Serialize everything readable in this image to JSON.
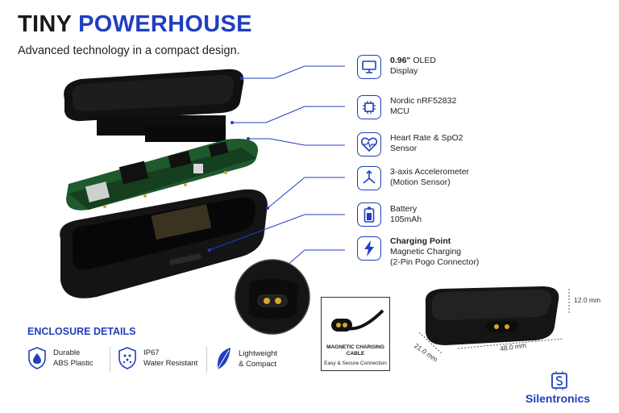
{
  "header": {
    "title_main": "TINY",
    "title_accent": "POWERHOUSE",
    "subtitle": "Advanced technology in a compact design."
  },
  "features": [
    {
      "bold": "0.96\"",
      "text": " OLED",
      "line2": "Display",
      "icon": "monitor-icon"
    },
    {
      "bold": "",
      "text": "Nordic nRF52832",
      "line2": "MCU",
      "icon": "chip-icon"
    },
    {
      "bold": "",
      "text": "Heart Rate & SpO2",
      "line2": "Sensor",
      "icon": "heart-pulse-icon"
    },
    {
      "bold": "",
      "text": "3-axis Accelerometer",
      "line2": "(Motion Sensor)",
      "icon": "axes-icon"
    },
    {
      "bold": "",
      "text": "Battery",
      "line2": "105mAh",
      "icon": "battery-icon"
    },
    {
      "bold": "Charging Point",
      "text": "",
      "line2": "Magnetic Charging",
      "line3": "(2-Pin Pogo Connector)",
      "icon": "lightning-icon"
    }
  ],
  "enclosure": {
    "title": "ENCLOSURE DETAILS",
    "items": [
      {
        "line1": "Durable",
        "line2": "ABS Plastic",
        "icon": "drop-shield-icon"
      },
      {
        "line1": "IP67",
        "line2": "Water Resistant",
        "icon": "ip67-shield-icon"
      },
      {
        "line1": "Lightweight",
        "line2": "& Compact",
        "icon": "feather-icon"
      }
    ]
  },
  "cable": {
    "line1": "MAGNETIC CHARGING",
    "line2": "CABLE",
    "line3": "Easy & Secure Connection"
  },
  "dimensions": {
    "height": "12.0 mm",
    "width": "21.0 mm",
    "length": "48.0 mm"
  },
  "brand": {
    "name": "Silentronics"
  },
  "colors": {
    "accent": "#1f3fbf",
    "device": "#141414",
    "pcb": "#1e5a2c"
  }
}
